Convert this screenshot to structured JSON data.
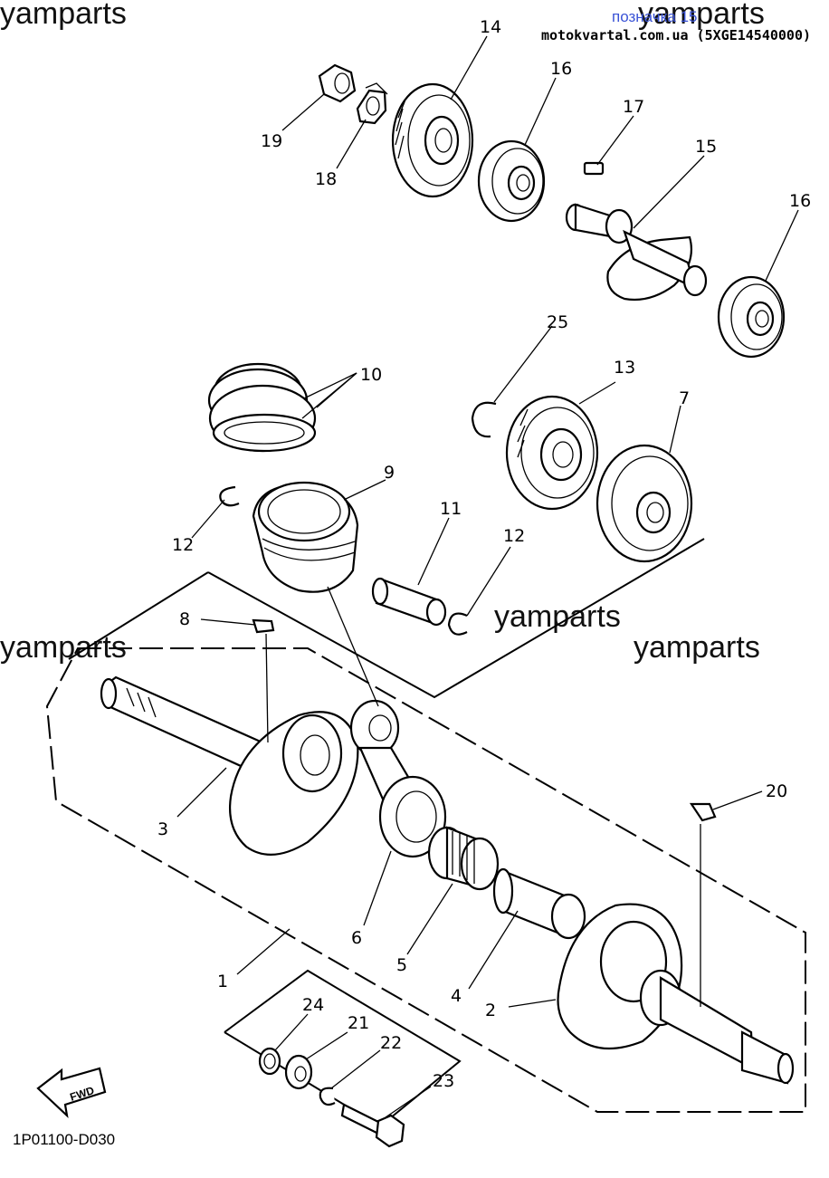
{
  "watermarks": [
    "yamparts",
    "yamparts",
    "yamparts",
    "yamparts",
    "yamparts"
  ],
  "header": {
    "link_text": "позначка 15",
    "source_text": "motokvartal.com.ua (5XGE14540000)"
  },
  "diagram_code": "1P01100-D030",
  "fwd_label": "FWD",
  "callouts": [
    "1",
    "2",
    "3",
    "4",
    "5",
    "6",
    "7",
    "8",
    "9",
    "10",
    "11",
    "12",
    "12",
    "13",
    "14",
    "15",
    "16",
    "16",
    "17",
    "18",
    "19",
    "20",
    "21",
    "22",
    "23",
    "24",
    "25"
  ]
}
